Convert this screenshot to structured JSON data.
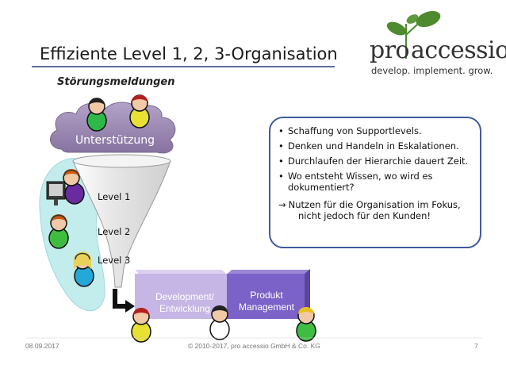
{
  "slide": {
    "title": "Effiziente Level 1, 2, 3-Organisation",
    "subtitle": "Störungsmeldungen"
  },
  "logo": {
    "pro": "pro",
    "accessio": "accessio",
    "tagline": "develop. implement. grow."
  },
  "cloud": {
    "label": "Unterstützung"
  },
  "funnel": {
    "levels": [
      "Level 1",
      "Level 2",
      "Level 3"
    ]
  },
  "departments": {
    "development": "Development/ Entwicklung",
    "product": "Produkt Management"
  },
  "info_box": {
    "bullets": [
      "Schaffung von Supportlevels.",
      "Denken und Handeln in Eskalationen.",
      "Durchlaufen der Hierarchie dauert Zeit.",
      "Wo entsteht Wissen, wo wird es dokumentiert?"
    ],
    "conclusion_arrow": "→",
    "conclusion_line1": "Nutzen für die Organisation im Fokus,",
    "conclusion_line2": "nicht jedoch für den Kunden!"
  },
  "footer": {
    "date": "08.09.2017",
    "copyright": "© 2010-2017, pro accessio GmbH & Co. KG",
    "page": "7"
  },
  "colors": {
    "cloud": "#9a86b2",
    "support_blob": "#c3ecec",
    "funnel": "#e6e6e6",
    "dev_box": "#c6b6e6",
    "product_box": "#7b62c8",
    "info_border": "#3d5a9e",
    "logo_leaf": "#4e8a2e",
    "arrow": "#111111"
  }
}
